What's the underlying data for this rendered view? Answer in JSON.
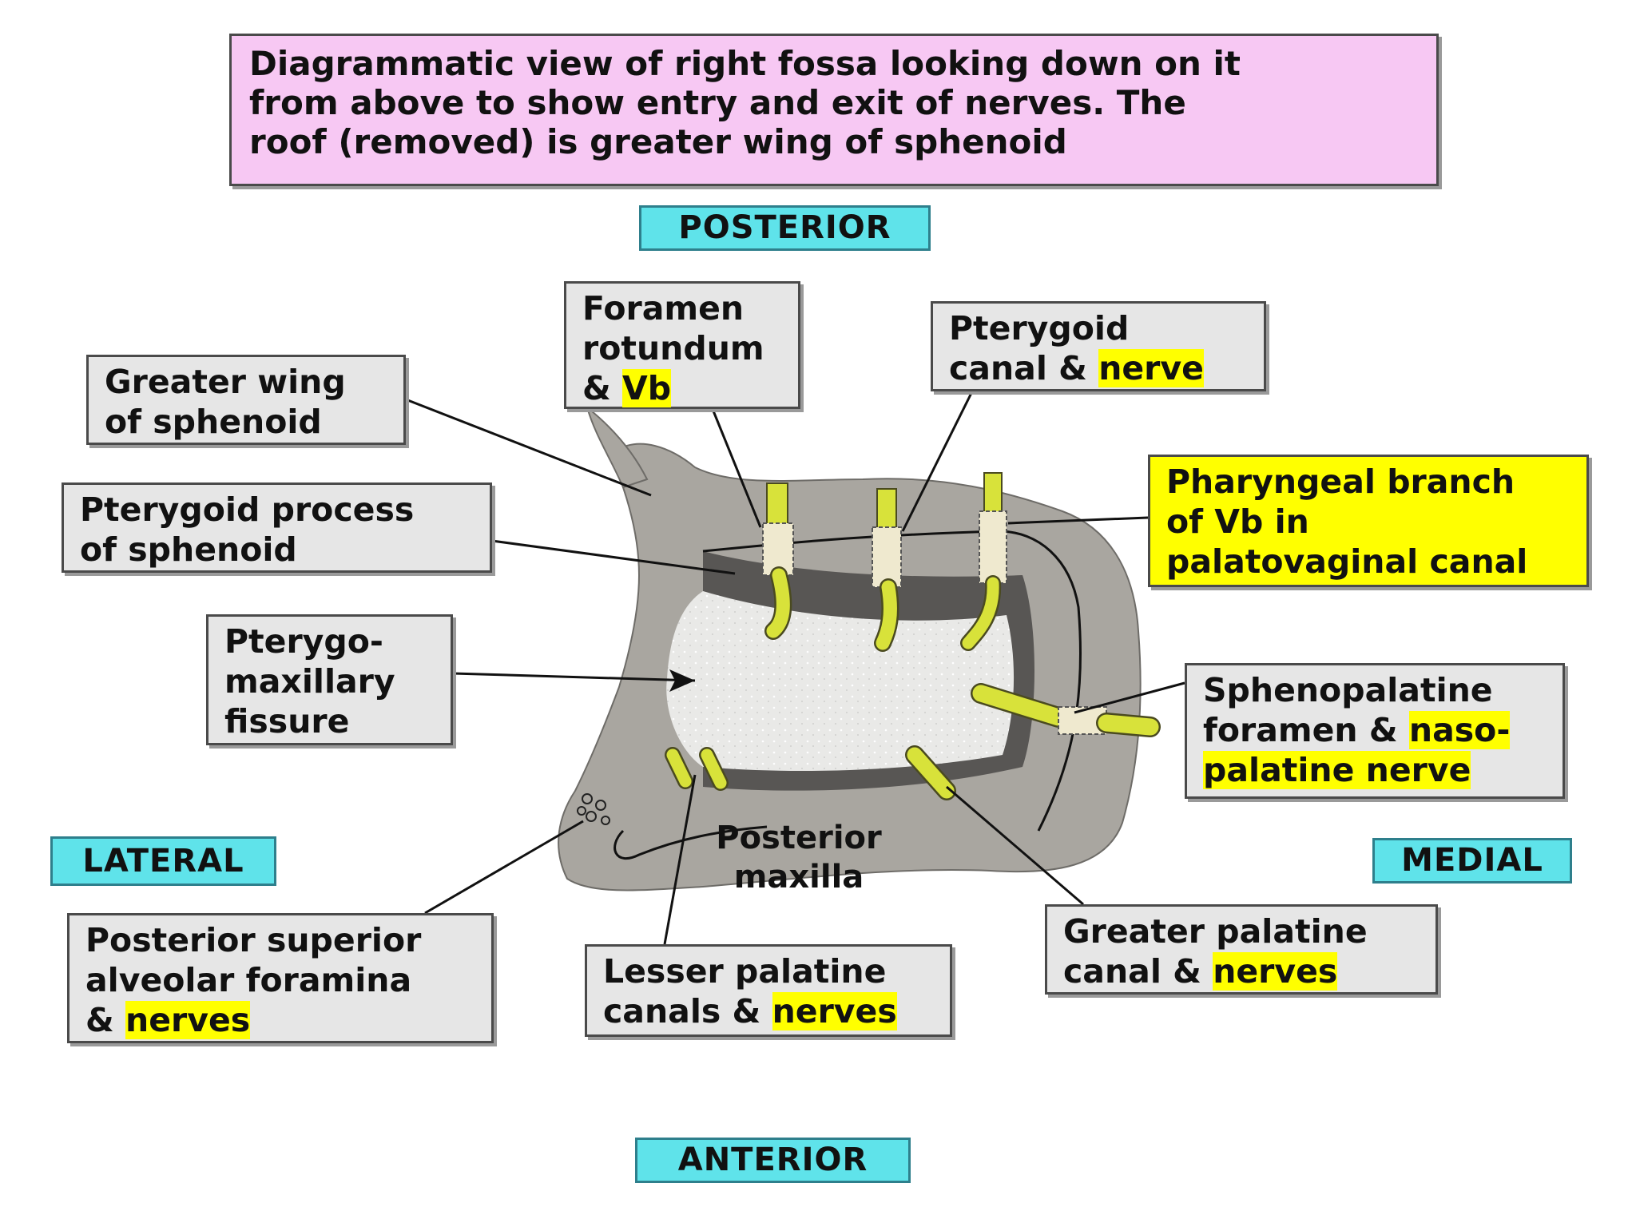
{
  "title": {
    "line1": "Diagrammatic view of right fossa looking down on it",
    "line2": "from above to show entry and exit of nerves. The",
    "line3": "roof (removed) is greater wing of sphenoid"
  },
  "directions": {
    "posterior": "POSTERIOR",
    "anterior": "ANTERIOR",
    "lateral": "LATERAL",
    "medial": "MEDIAL"
  },
  "labels": {
    "foramen_rotundum": {
      "line1": "Foramen",
      "line2": "rotundum",
      "line3_prefix": "& ",
      "line3_highlight": "Vb"
    },
    "pterygoid_canal": {
      "line1": "Pterygoid",
      "line2_prefix": "canal & ",
      "line2_highlight": "nerve"
    },
    "greater_wing": {
      "line1": "Greater wing",
      "line2": "of sphenoid"
    },
    "pterygoid_process": {
      "line1": "Pterygoid process",
      "line2": "of sphenoid"
    },
    "pharyngeal_branch": {
      "line1": "Pharyngeal branch",
      "line2": "of Vb in",
      "line3": "palatovaginal canal"
    },
    "pterygomaxillary_fissure": {
      "line1": "Pterygo-",
      "line2": "maxillary",
      "line3": "fissure"
    },
    "sphenopalatine": {
      "line1": "Sphenopalatine",
      "line2_prefix": "foramen & ",
      "line2_highlight": "naso-",
      "line3": "palatine nerve"
    },
    "posterior_superior_alveolar": {
      "line1": "Posterior superior",
      "line2": "alveolar foramina",
      "line3_prefix": "& ",
      "line3_highlight": "nerves"
    },
    "lesser_palatine": {
      "line1": "Lesser palatine",
      "line2_prefix": "canals & ",
      "line2_highlight": "nerves"
    },
    "greater_palatine": {
      "line1": "Greater palatine",
      "line2_prefix": "canal & ",
      "line2_highlight": "nerves"
    },
    "posterior_maxilla": {
      "line1": "Posterior",
      "line2": "maxilla"
    }
  },
  "colors": {
    "title_bg": "#f7c8f3",
    "label_bg": "#e6e6e6",
    "highlight": "#ffff00",
    "direction_bg": "#5fe3ea",
    "bone": "#a9a6a0",
    "fossa": "#e9e9e7",
    "nerve": "#d8e23a",
    "canal": "#efe9cf"
  }
}
